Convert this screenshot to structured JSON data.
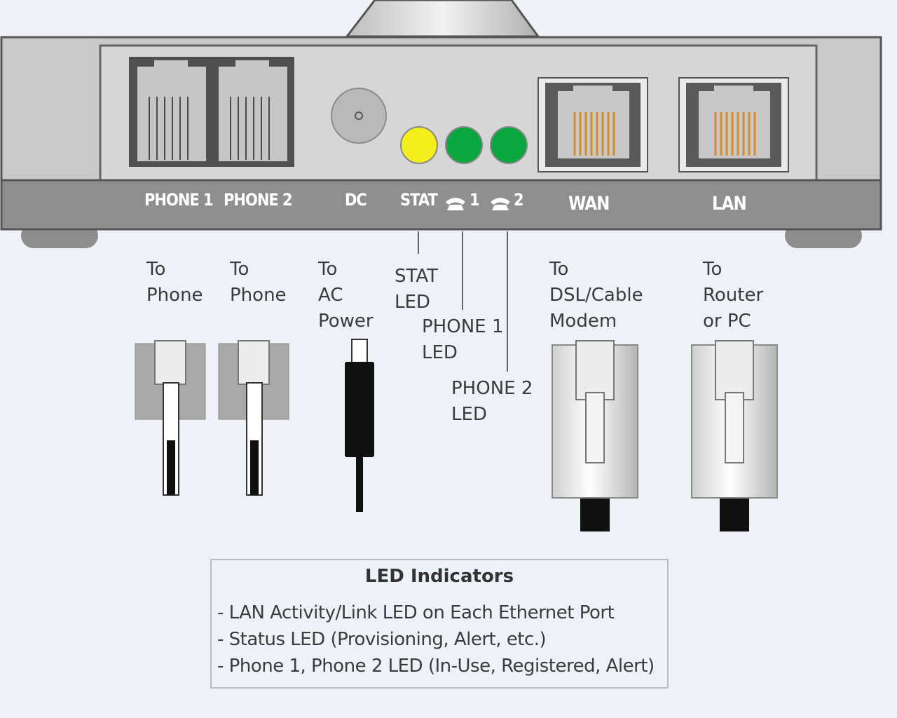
{
  "device": {
    "port_labels": {
      "phone1": "PHONE 1",
      "phone2": "PHONE 2",
      "dc": "DC",
      "stat": "STAT",
      "led1": "1",
      "led2": "2",
      "wan": "WAN",
      "lan": "LAN"
    },
    "led_colors": {
      "stat": "#f4ee1a",
      "phone1": "#0aa640",
      "phone2": "#0aa640"
    },
    "jack_contact_color": "#d98a2b"
  },
  "callouts": {
    "phone1_cable": [
      "To",
      "Phone"
    ],
    "phone2_cable": [
      "To",
      "Phone"
    ],
    "power_cable": [
      "To",
      "AC",
      "Power"
    ],
    "stat_led": [
      "STAT",
      "LED"
    ],
    "phone1_led": [
      "PHONE 1",
      "LED"
    ],
    "phone2_led": [
      "PHONE 2",
      "LED"
    ],
    "wan_cable": [
      "To",
      "DSL/Cable",
      "Modem"
    ],
    "lan_cable": [
      "To",
      "Router",
      "or PC"
    ]
  },
  "legend": {
    "title": "LED Indicators",
    "lines": [
      "- LAN Activity/Link LED on Each Ethernet Port",
      "- Status LED (Provisioning, Alert, etc.)",
      "- Phone 1, Phone 2 LED (In-Use, Registered, Alert)"
    ]
  }
}
